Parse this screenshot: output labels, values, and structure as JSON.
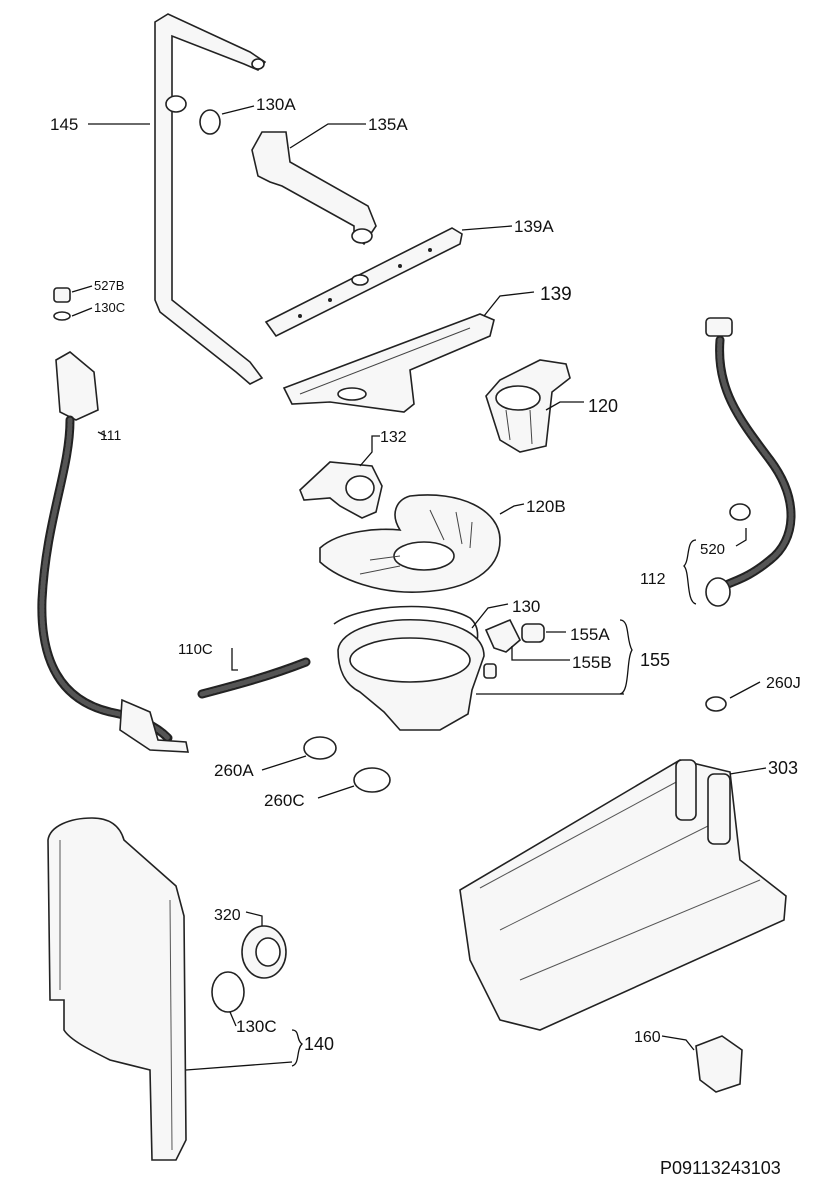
{
  "diagram": {
    "labels": {
      "l145": "145",
      "l130A": "130A",
      "l135A": "135A",
      "l139A": "139A",
      "l527B": "527B",
      "l130C_top": "130C",
      "l139": "139",
      "l111": "111",
      "l120": "120",
      "l132": "132",
      "l120B": "120B",
      "l520": "520",
      "l112": "112",
      "l130": "130",
      "l155A": "155A",
      "l155": "155",
      "l155B": "155B",
      "l110C": "110C",
      "l260J": "260J",
      "l260A": "260A",
      "l260C": "260C",
      "l303": "303",
      "l320": "320",
      "l130C_bottom": "130C",
      "l140": "140",
      "l160": "160"
    },
    "drawing_code": "P09113243103"
  }
}
